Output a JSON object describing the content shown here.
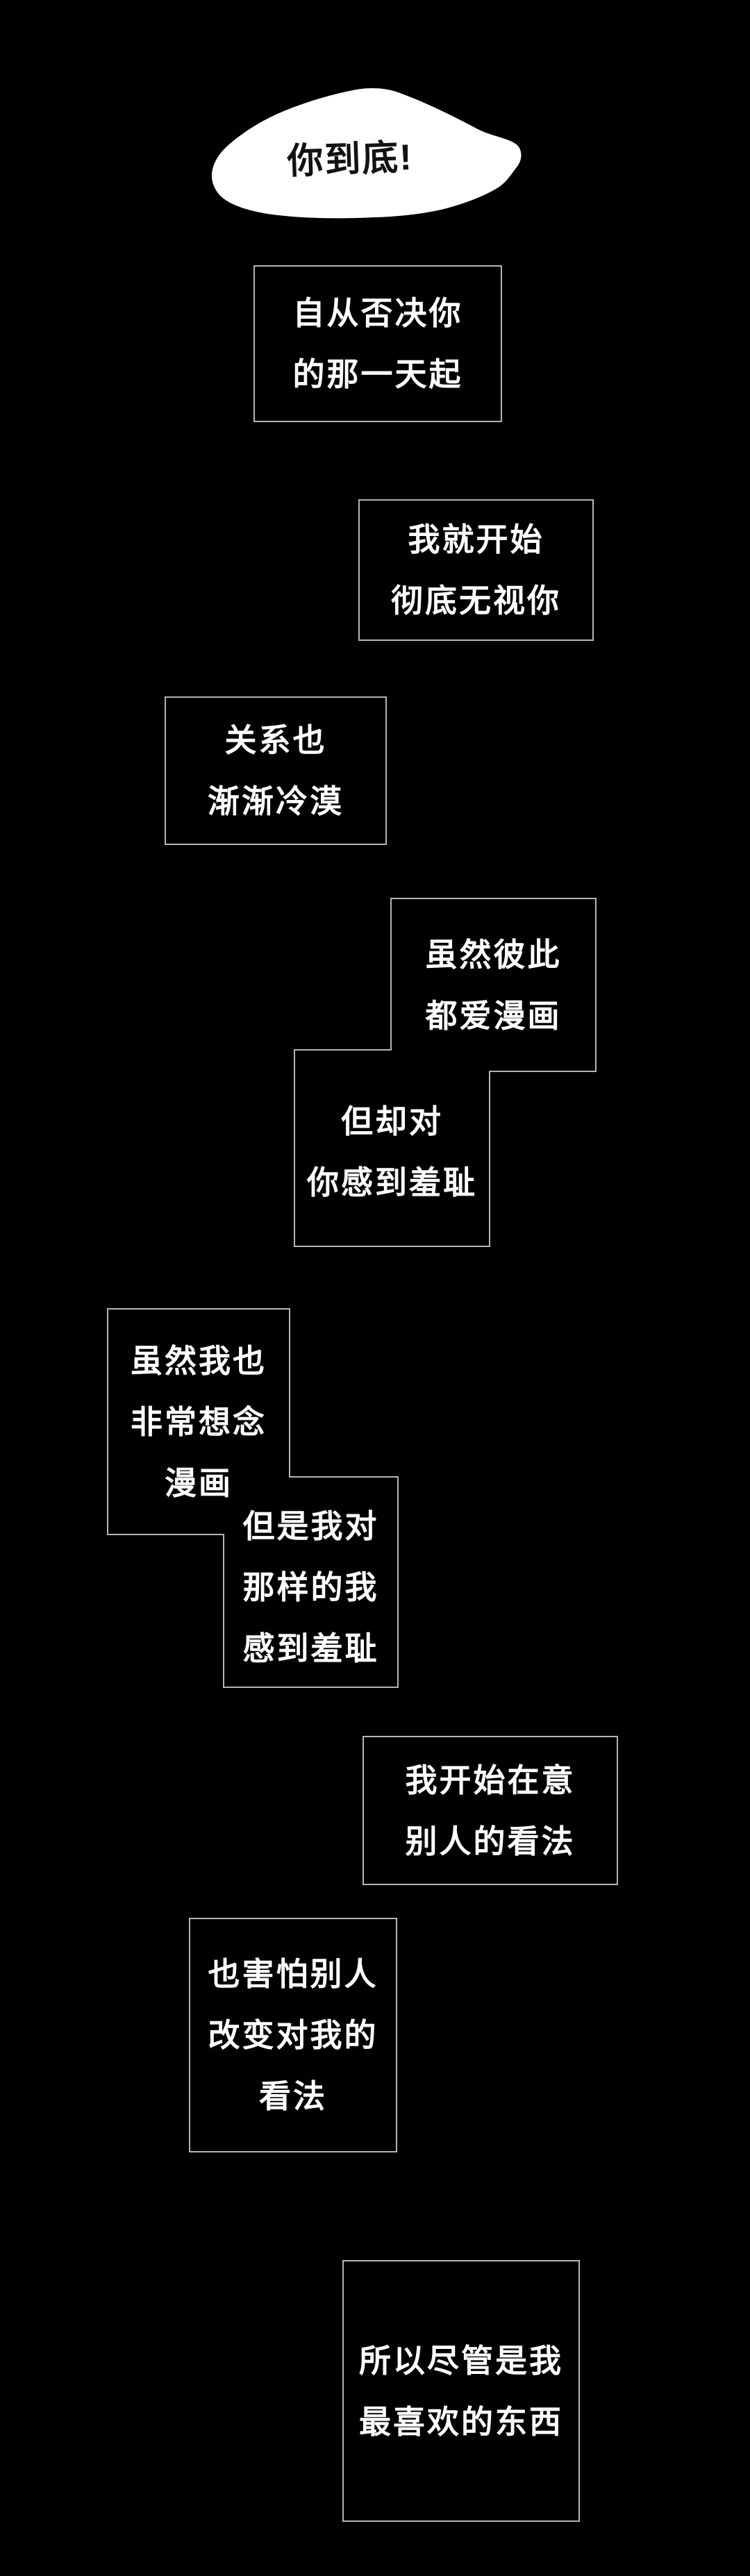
{
  "colors": {
    "background": "#000000",
    "box_border": "#b5b5b5",
    "box_fill": "#000000",
    "caption_text": "#ffffff",
    "bubble_fill": "#ffffff",
    "bubble_text": "#121212"
  },
  "bubble": {
    "text": "你到底!"
  },
  "boxes": [
    {
      "id": "since-rejection",
      "lines": [
        "自从否决你",
        "的那一天起"
      ]
    },
    {
      "id": "ignore-you",
      "lines": [
        "我就开始",
        "彻底无视你"
      ]
    },
    {
      "id": "relationship-cold",
      "lines": [
        "关系也",
        "渐渐冷漠"
      ]
    },
    {
      "id": "both-love-manhua",
      "lines": [
        "虽然彼此",
        "都爱漫画"
      ]
    },
    {
      "id": "ashamed-of-you",
      "lines": [
        "但却对",
        "你感到羞耻"
      ]
    },
    {
      "id": "miss-manhua",
      "lines": [
        "虽然我也",
        "非常想念",
        "漫画"
      ]
    },
    {
      "id": "ashamed-of-myself",
      "lines": [
        "但是我对",
        "那样的我",
        "感到羞耻"
      ]
    },
    {
      "id": "care-others-opinions",
      "lines": [
        "我开始在意",
        "别人的看法"
      ]
    },
    {
      "id": "fear-opinion-change",
      "lines": [
        "也害怕别人",
        "改变对我的",
        "看法"
      ]
    },
    {
      "id": "favorite-thing",
      "lines": [
        "所以尽管是我",
        "最喜欢的东西"
      ]
    }
  ]
}
